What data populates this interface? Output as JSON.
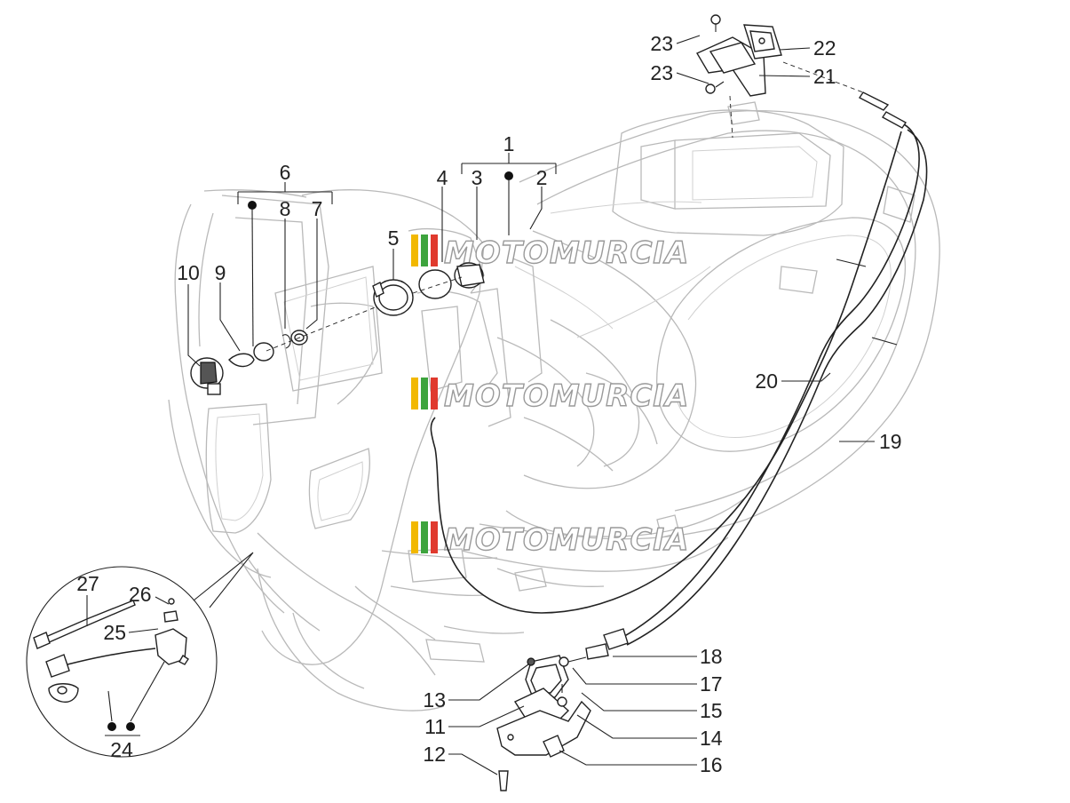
{
  "watermark": "MOTOMURCIA",
  "watermark_colors": [
    "#f2b800",
    "#3da43d",
    "#e03a2e"
  ],
  "labels": [
    {
      "id": "1",
      "text": "1"
    },
    {
      "id": "2",
      "text": "2"
    },
    {
      "id": "3",
      "text": "3"
    },
    {
      "id": "4",
      "text": "4"
    },
    {
      "id": "5",
      "text": "5"
    },
    {
      "id": "6",
      "text": "6"
    },
    {
      "id": "7",
      "text": "7"
    },
    {
      "id": "8",
      "text": "8"
    },
    {
      "id": "9",
      "text": "9"
    },
    {
      "id": "10",
      "text": "10"
    },
    {
      "id": "11",
      "text": "11"
    },
    {
      "id": "12",
      "text": "12"
    },
    {
      "id": "13",
      "text": "13"
    },
    {
      "id": "14",
      "text": "14"
    },
    {
      "id": "15",
      "text": "15"
    },
    {
      "id": "16",
      "text": "16"
    },
    {
      "id": "17",
      "text": "17"
    },
    {
      "id": "18",
      "text": "18"
    },
    {
      "id": "19",
      "text": "19"
    },
    {
      "id": "20",
      "text": "20"
    },
    {
      "id": "21",
      "text": "21"
    },
    {
      "id": "22",
      "text": "22"
    },
    {
      "id": "23a",
      "text": "23"
    },
    {
      "id": "23b",
      "text": "23"
    },
    {
      "id": "24",
      "text": "24"
    },
    {
      "id": "25",
      "text": "25"
    },
    {
      "id": "26",
      "text": "26"
    },
    {
      "id": "27",
      "text": "27"
    }
  ]
}
